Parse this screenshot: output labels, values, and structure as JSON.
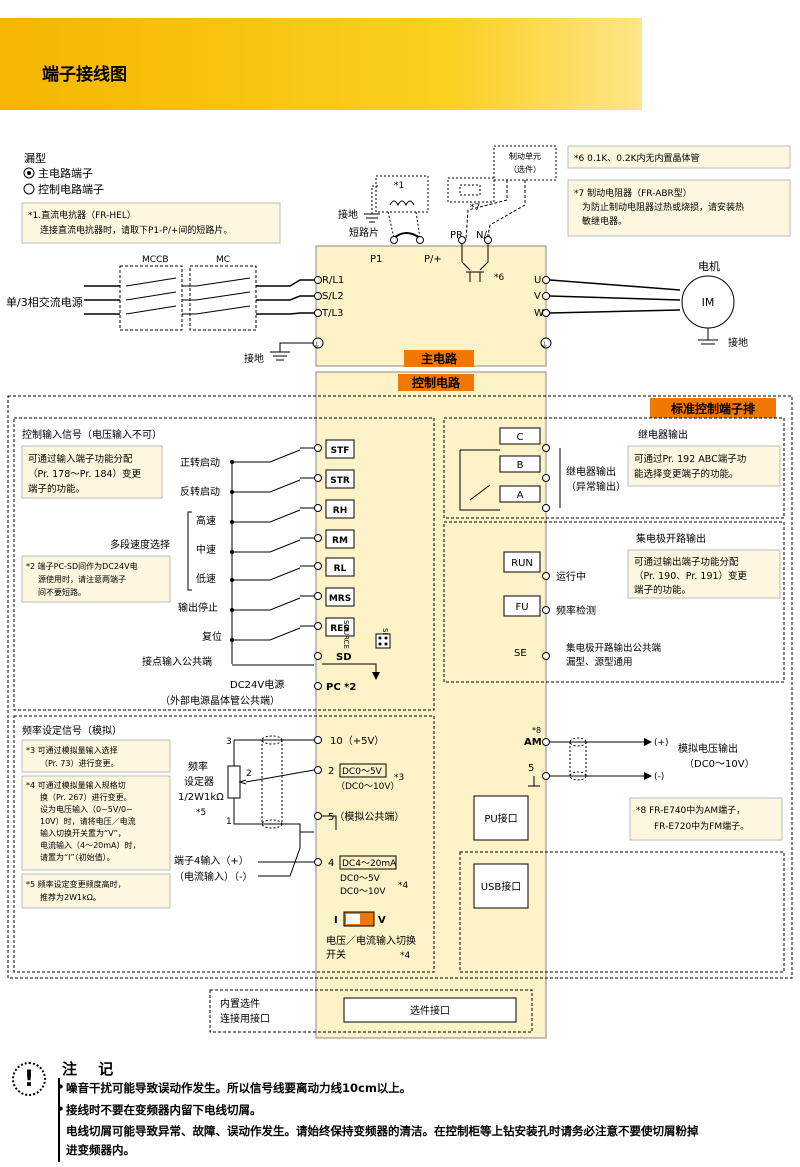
{
  "header": {
    "title": "端子接线图"
  },
  "legend": {
    "title": "漏型",
    "main_terminal": "主电路端子",
    "control_terminal": "控制电路端子"
  },
  "notes_top": {
    "n1_a": "*1.直流电抗器（FR-HEL）",
    "n1_b": "连接直流电抗器时，请取下P1-P/+间的短路片。",
    "n6": "*6 0.1K、0.2K内无内置晶体管",
    "n7_a": "*7 制动电阻器（FR-ABR型）",
    "n7_b": "为防止制动电阻器过热或烧损，请安装热",
    "n7_c": "敏继电器。",
    "brake_unit_a": "制动单元",
    "brake_unit_b": "（选件）"
  },
  "main_circuit": {
    "power": "单/3相交流电源",
    "mccb": "MCCB",
    "mc": "MC",
    "rl1": "R/L1",
    "sl2": "S/L2",
    "tl3": "T/L3",
    "u": "U",
    "v": "V",
    "w": "W",
    "p1": "P1",
    "pplus": "P/+",
    "pr": "PR",
    "nminus": "N/-",
    "ground": "接地",
    "ground2": "接地",
    "ground3": "接地",
    "short_bar": "短路片",
    "star1": "*1",
    "star7": "*7",
    "star6": "*6",
    "motor": "电机",
    "im": "IM",
    "main_label": "主电路",
    "control_label": "控制电路"
  },
  "control": {
    "std_label": "标准控制端子排",
    "input_title": "控制输入信号（电压输入不可）",
    "input_note_a": "可通过输入端子功能分配",
    "input_note_b": "（Pr. 178～Pr. 184）变更",
    "input_note_c": "端子的功能。",
    "fwd": "正转启动",
    "rev": "反转启动",
    "high": "高速",
    "mid": "中速",
    "low": "低速",
    "multi": "多段速度选择",
    "stop": "输出停止",
    "reset": "复位",
    "common": "接点输入公共端",
    "note2_a": "*2  端子PC-SD间作为DC24V电",
    "note2_b": "源使用时，请注意两端子",
    "note2_c": "间不要短路。",
    "dc24_a": "DC24V电源",
    "dc24_b": "（外部电源晶体管公共端）",
    "pc2": "PC *2",
    "terminals": [
      "STF",
      "STR",
      "RH",
      "RM",
      "RL",
      "MRS",
      "RES"
    ],
    "sd": "SD",
    "source": "SOURCE",
    "sink": "SINK",
    "relay_title": "继电器输出",
    "relay_note_a": "可通过Pr. 192 ABC端子功",
    "relay_note_b": "能选择变更端子的功能。",
    "relay_a": "继电器输出",
    "relay_b": "（异常输出）",
    "c": "C",
    "b": "B",
    "a": "A",
    "oc_title": "集电极开路输出",
    "oc_note_a": "可通过输出端子功能分配",
    "oc_note_b": "（Pr. 190、Pr. 191）变更",
    "oc_note_c": "端子的功能。",
    "run": "RUN",
    "fu": "FU",
    "se": "SE",
    "running": "运行中",
    "freq_det": "频率检测",
    "se_a": "集电极开路输出公共端",
    "se_b": "漏型、源型通用"
  },
  "analog": {
    "title": "频率设定信号（模拟）",
    "n3_a": "*3   可通过模拟量输入选择",
    "n3_b": "（Pr. 73）进行变更。",
    "n4_a": "*4   可通过模拟量输入规格切",
    "n4_b": "换（Pr. 267）进行变更。",
    "n4_c": "设为电压输入（0~5V/0~",
    "n4_d": "10V）时，请将电压／电流",
    "n4_e": "输入切换开关置为“V”，",
    "n4_f": "电流输入（4～20mA）时，",
    "n4_g": "请置为“I”（初始值）。",
    "n5_a": "*5  频率设定变更频度高时，",
    "n5_b": "推荐为2W1kΩ。",
    "setter_a": "频率",
    "setter_b": "设定器",
    "setter_c": "1/2W1kΩ",
    "setter_d": "*5",
    "p3": "3",
    "p2": "2",
    "p1": "1",
    "t10": "10（+5V）",
    "t2": "2",
    "t2_a": "DC0～5V",
    "t2_b": "（DC0～10V）",
    "star3": "*3",
    "t5": "5（模拟公共端）",
    "t4in_a": "端子4输入（+）",
    "t4in_b": "（电流输入）（-）",
    "t4": "4",
    "t4_a": "DC4～20mA",
    "t4_b": "DC0～5V",
    "t4_c": "DC0～10V",
    "star4": "*4",
    "sw_i": "I",
    "sw_v": "V",
    "sw_a": "电压／电流输入切换",
    "sw_b": "开关",
    "sw_c": "*4",
    "am_star": "*8",
    "am": "AM",
    "five": "5",
    "plus": "(+)",
    "minus": "(-)",
    "aout_a": "模拟电压输出",
    "aout_b": "（DC0～10V）",
    "n8_a": "*8  FR-E740中为AM端子，",
    "n8_b": "FR-E720中为FM端子。",
    "pu": "PU接口",
    "usb": "USB接口",
    "option_a": "内置选件",
    "option_b": "连接用接口",
    "option_port": "选件接口"
  },
  "footer": {
    "title": "注 记",
    "line1": "噪音干扰可能导致误动作发生。所以信号线要离动力线10cm以上。",
    "line2": "接线时不要在变频器内留下电线切屑。",
    "line3": "电线切屑可能导致异常、故障、误动作发生。请始终保持变频器的清洁。在控制柜等上钻安装孔时请务必注意不要使切屑粉掉",
    "line4": "进变频器内。"
  },
  "colors": {
    "banner": "#f5b800",
    "inverter": "#fdf1c8",
    "label": "#f07800",
    "notebox": "#fdf7e0"
  }
}
